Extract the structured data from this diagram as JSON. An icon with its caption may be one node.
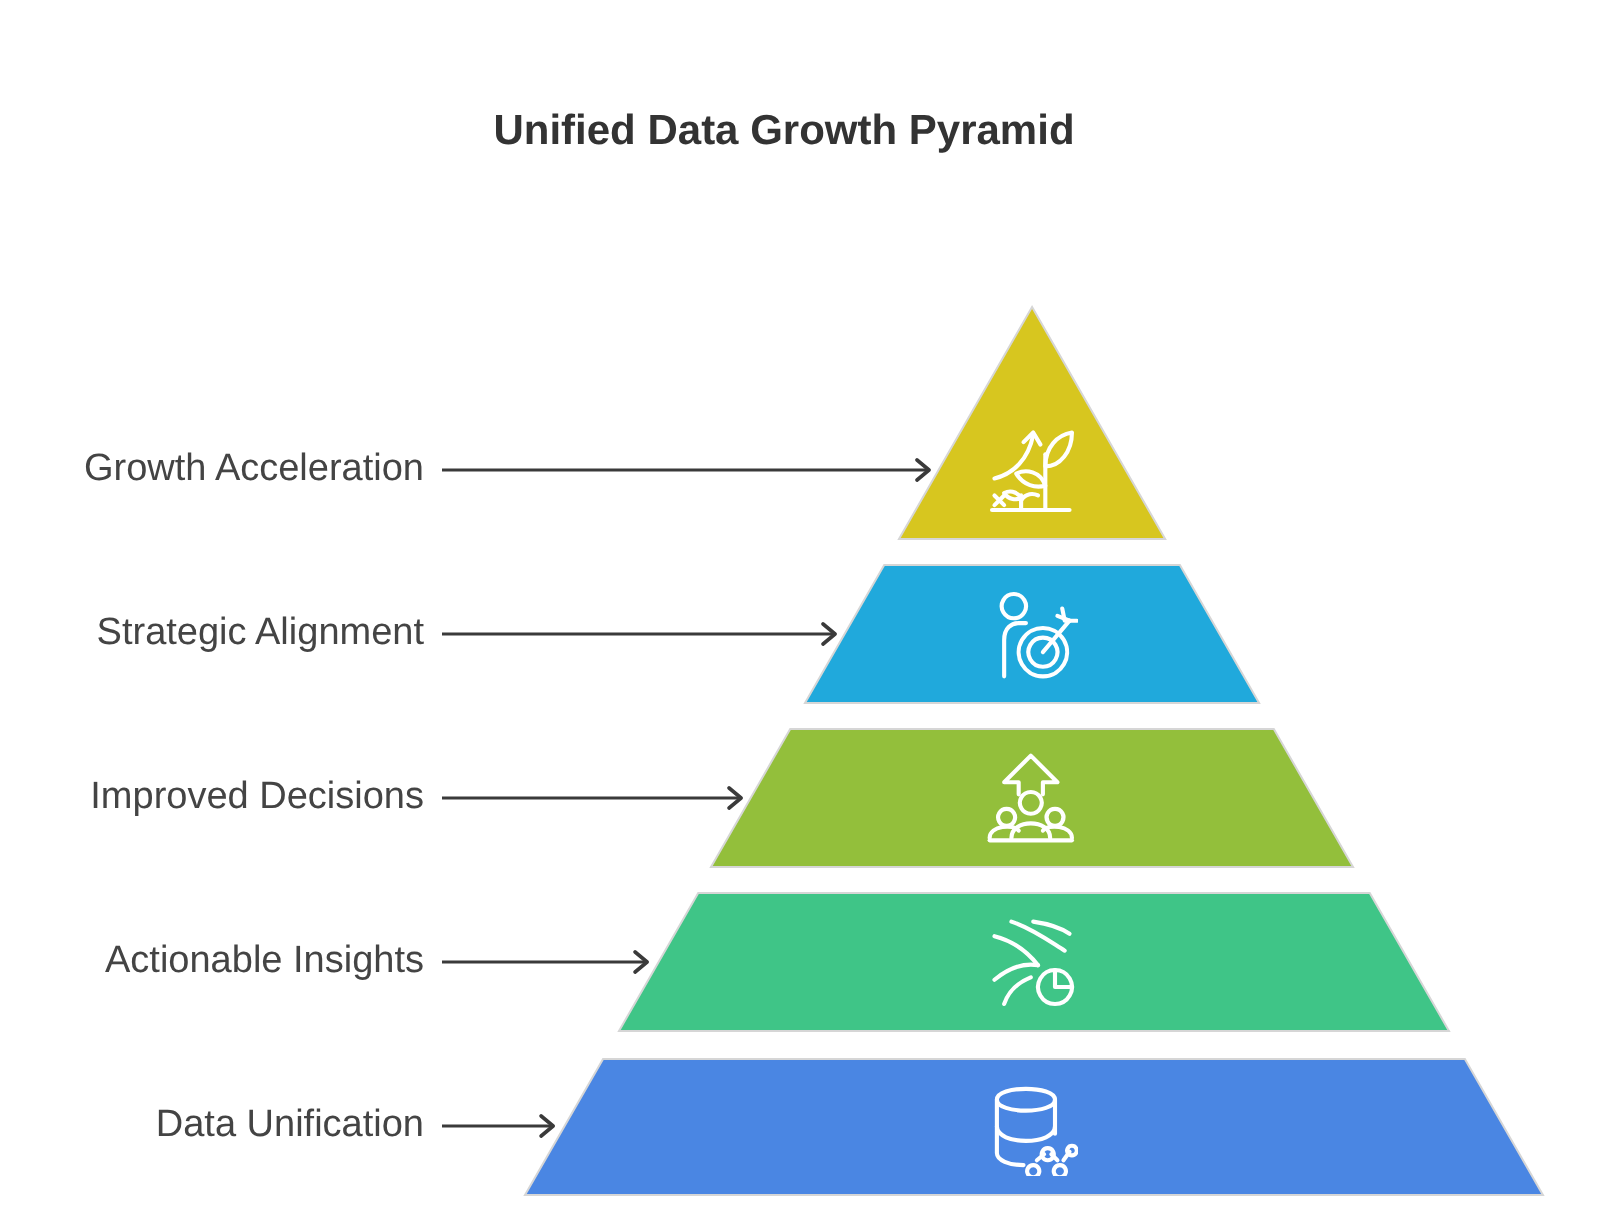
{
  "diagram": {
    "title": "Unified Data Growth Pyramid",
    "nodes": [
      {
        "text": [
          "Growth Acceleration"
        ]
      },
      {
        "text": [],
        "shape": "triangle"
      },
      {
        "text": [
          "Strategic Alignment"
        ]
      },
      {
        "text": [],
        "shape": "trapezoid"
      },
      {
        "text": [
          "Improved Decisions"
        ]
      },
      {
        "text": [],
        "shape": "trapezoid"
      },
      {
        "text": [
          "Actionable Insights"
        ]
      },
      {
        "text": [],
        "shape": "trapezoid"
      },
      {
        "text": [
          "Data Unification"
        ]
      },
      {
        "text": [],
        "shape": "trapezoid"
      }
    ],
    "edges": [
      {
        "from": 0,
        "to": 1,
        "arrow": "to"
      },
      {
        "from": 2,
        "to": 3,
        "arrow": "to"
      },
      {
        "from": 4,
        "to": 5,
        "arrow": "to"
      },
      {
        "from": 6,
        "to": 7,
        "arrow": "to"
      },
      {
        "from": 8,
        "to": 9,
        "arrow": "to"
      }
    ]
  }
}
